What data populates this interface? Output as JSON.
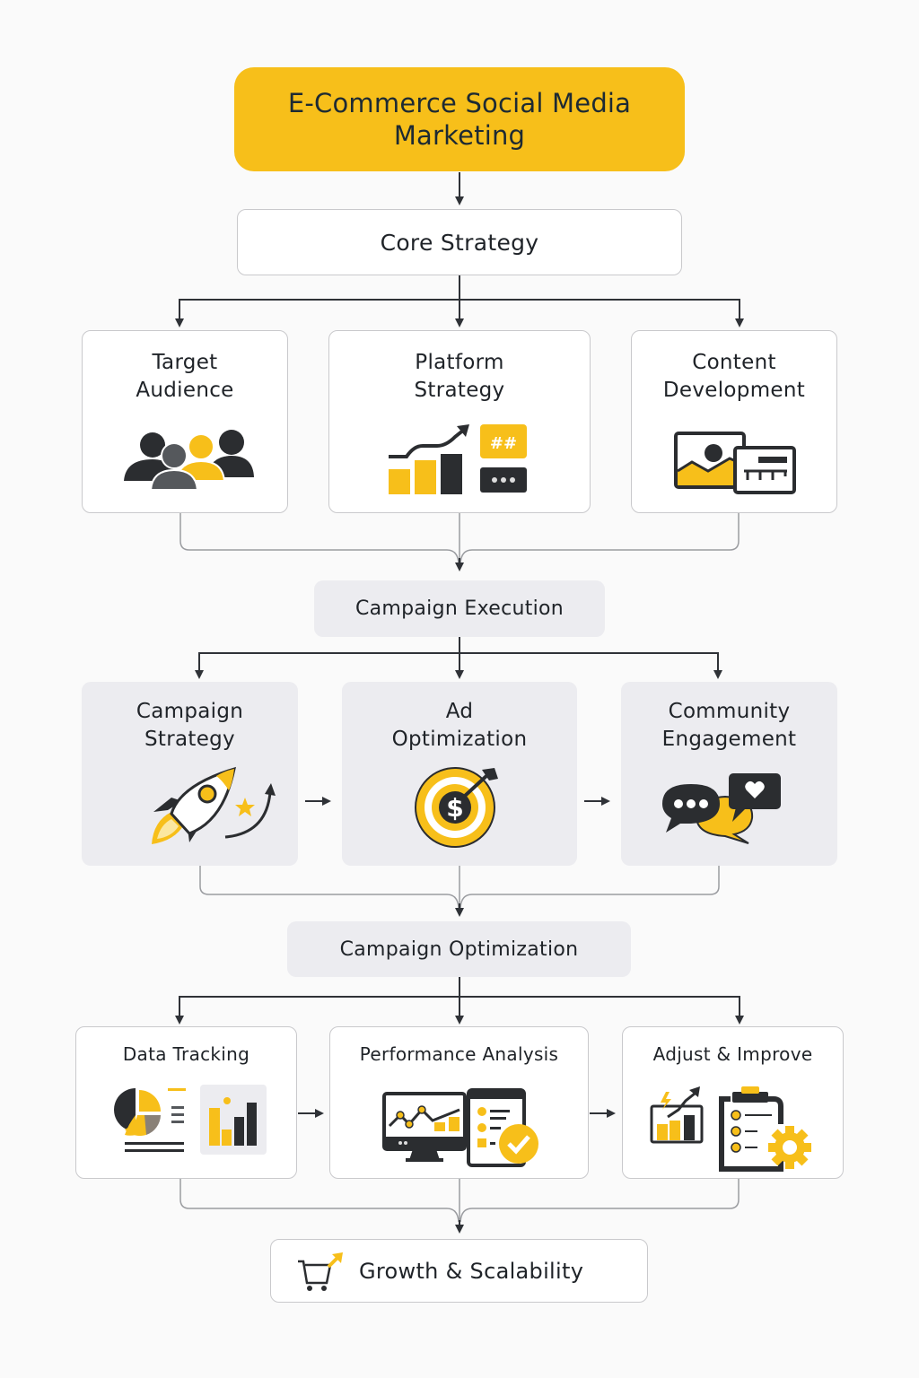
{
  "diagram": {
    "title": "E-Commerce Social Media Marketing",
    "colors": {
      "accent": "#f7bf1a",
      "dark": "#2b2d30",
      "connector": "#9a9ca0",
      "arrow": "#2f3237",
      "panel_grey": "#ececf0"
    },
    "core": {
      "label": "Core Strategy"
    },
    "core_children": [
      {
        "line1": "Target",
        "line2": "Audience",
        "icon": "audience-group-icon"
      },
      {
        "line1": "Platform",
        "line2": "Strategy",
        "icon": "growth-chart-hashtag-icon"
      },
      {
        "line1": "Content",
        "line2": "Development",
        "icon": "image-editor-icon"
      }
    ],
    "execution": {
      "label": "Campaign Execution"
    },
    "execution_children": [
      {
        "line1": "Campaign",
        "line2": "Strategy",
        "icon": "rocket-icon"
      },
      {
        "line1": "Ad",
        "line2": "Optimization",
        "icon": "target-dollar-icon"
      },
      {
        "line1": "Community",
        "line2": "Engagement",
        "icon": "chat-bubbles-heart-icon"
      }
    ],
    "optimization": {
      "label": "Campaign Optimization"
    },
    "optimization_children": [
      {
        "label": "Data Tracking",
        "icon": "pie-bar-chart-icon"
      },
      {
        "label": "Performance Analysis",
        "icon": "monitor-checklist-icon"
      },
      {
        "label": "Adjust & Improve",
        "icon": "clipboard-gear-icon"
      }
    ],
    "final": {
      "label": "Growth & Scalability",
      "icon": "cart-arrow-icon"
    }
  }
}
